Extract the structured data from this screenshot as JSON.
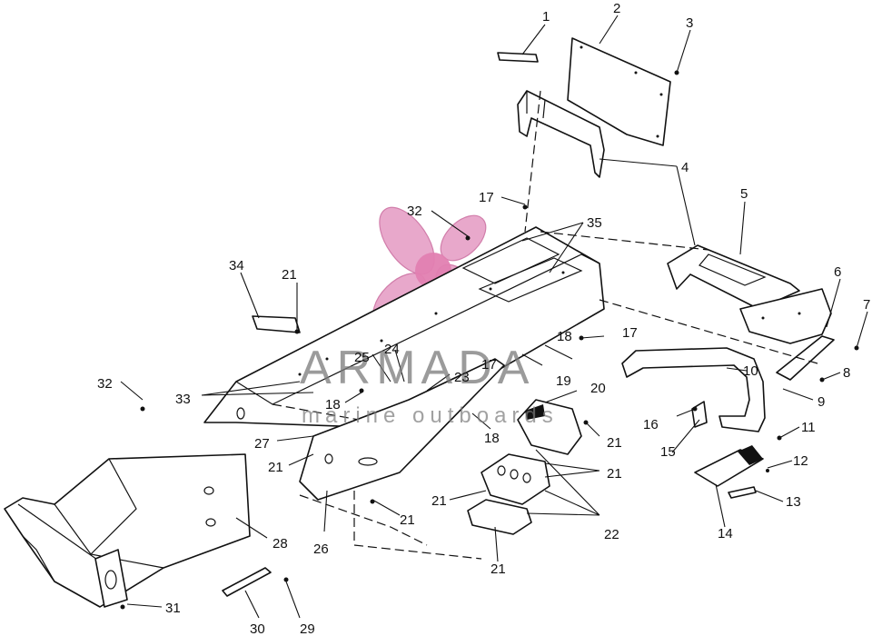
{
  "callouts": [
    {
      "id": "c1",
      "text": "1"
    },
    {
      "id": "c2",
      "text": "2"
    },
    {
      "id": "c3",
      "text": "3"
    },
    {
      "id": "c4",
      "text": "4"
    },
    {
      "id": "c5",
      "text": "5"
    },
    {
      "id": "c6",
      "text": "6"
    },
    {
      "id": "c7",
      "text": "7"
    },
    {
      "id": "c8",
      "text": "8"
    },
    {
      "id": "c9",
      "text": "9"
    },
    {
      "id": "c10",
      "text": "10"
    },
    {
      "id": "c11",
      "text": "11"
    },
    {
      "id": "c12",
      "text": "12"
    },
    {
      "id": "c13",
      "text": "13"
    },
    {
      "id": "c14",
      "text": "14"
    },
    {
      "id": "c15",
      "text": "15"
    },
    {
      "id": "c16",
      "text": "16"
    },
    {
      "id": "c17a",
      "text": "17"
    },
    {
      "id": "c17b",
      "text": "17"
    },
    {
      "id": "c17c",
      "text": "17"
    },
    {
      "id": "c18a",
      "text": "18"
    },
    {
      "id": "c18b",
      "text": "18"
    },
    {
      "id": "c18c",
      "text": "18"
    },
    {
      "id": "c19",
      "text": "19"
    },
    {
      "id": "c20",
      "text": "20"
    },
    {
      "id": "c21a",
      "text": "21"
    },
    {
      "id": "c21b",
      "text": "21"
    },
    {
      "id": "c21c",
      "text": "21"
    },
    {
      "id": "c21d",
      "text": "21"
    },
    {
      "id": "c21e",
      "text": "21"
    },
    {
      "id": "c21f",
      "text": "21"
    },
    {
      "id": "c21g",
      "text": "21"
    },
    {
      "id": "c22",
      "text": "22"
    },
    {
      "id": "c23",
      "text": "23"
    },
    {
      "id": "c24",
      "text": "24"
    },
    {
      "id": "c25",
      "text": "25"
    },
    {
      "id": "c26",
      "text": "26"
    },
    {
      "id": "c27",
      "text": "27"
    },
    {
      "id": "c28",
      "text": "28"
    },
    {
      "id": "c29",
      "text": "29"
    },
    {
      "id": "c30",
      "text": "30"
    },
    {
      "id": "c31",
      "text": "31"
    },
    {
      "id": "c32a",
      "text": "32"
    },
    {
      "id": "c32b",
      "text": "32"
    },
    {
      "id": "c33",
      "text": "33"
    },
    {
      "id": "c34",
      "text": "34"
    },
    {
      "id": "c35",
      "text": "35"
    }
  ],
  "watermark": {
    "brand": "ARMADA",
    "tagline": "marine outboards",
    "logo_icon": "propeller-icon",
    "logo_color": "#e59ac2"
  }
}
